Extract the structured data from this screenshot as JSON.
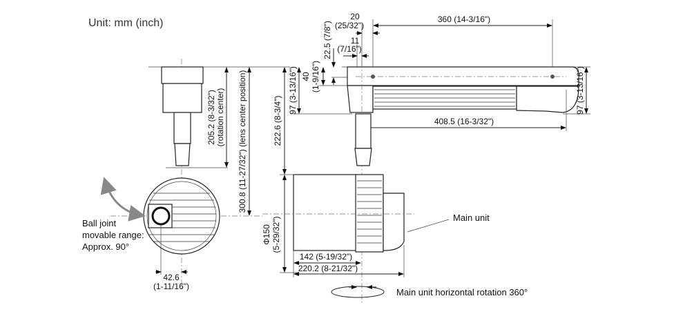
{
  "unit_label": "Unit: mm (inch)",
  "left_view": {
    "dim_rotation_center": "205.2 (8-3/32\")",
    "dim_rotation_center_note": "(rotation center)",
    "dim_lens_center": "300.8 (11-27/32\") (lens center position)",
    "dim_lens_offset": "42.6",
    "dim_lens_offset_inch": "(1-11/16\")",
    "ball_joint_line1": "Ball joint",
    "ball_joint_line2": "movable range:",
    "ball_joint_line3": "Approx. 90°"
  },
  "side_view": {
    "dim_total_height": "222.6 (8-3/4\")",
    "dim_diameter": "Φ150",
    "dim_diameter_inch": "(5-29/32\")",
    "dim_track_height_left": "97 (3-13/16\")",
    "dim_40": "40",
    "dim_40_inch": "(1-9/16\")",
    "dim_22_5": "22.5 (7/8\")",
    "dim_20": "20",
    "dim_20_inch": "(25/32\")",
    "dim_11": "11",
    "dim_11_inch": "(7/16\")",
    "dim_360": "360 (14-3/16\")",
    "dim_408_5": "408.5 (16-3/32\")",
    "dim_track_height_right": "97 (3-13/16\")",
    "dim_142": "142 (5-19/32\")",
    "dim_220_2": "220.2 (8-21/32\")",
    "main_unit_label": "Main unit",
    "rotation_label": "Main unit horizontal rotation 360°"
  }
}
